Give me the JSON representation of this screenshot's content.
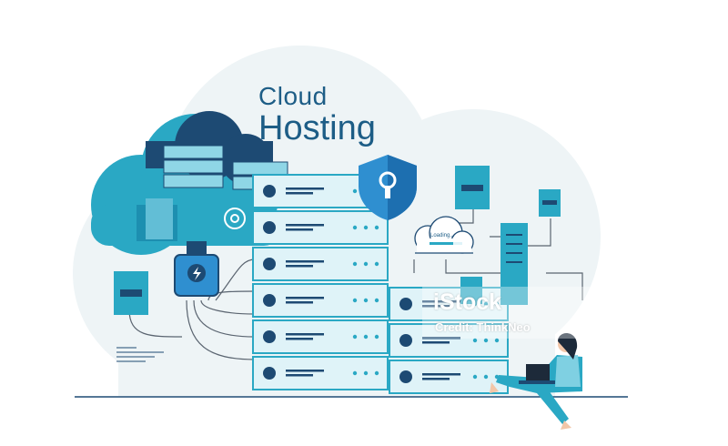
{
  "title": {
    "line1": "Cloud",
    "line2": "Hosting"
  },
  "loading_label": "Loading...",
  "watermark": {
    "brand": "iStock",
    "credit": "Credit: ThinkNeo"
  },
  "colors": {
    "dark_navy": "#1d4a73",
    "teal": "#2aa8c4",
    "light_teal": "#8fd6e6",
    "pale_blue": "#dff3f8",
    "shield": "#2f8fd0",
    "background_blob": "#eef4f6",
    "line": "#5a6470"
  },
  "icons": [
    "cloud-icon",
    "shield-lock-icon",
    "gear-icon",
    "lightning-icon",
    "document-icon",
    "server-rack-icon",
    "laptop-icon",
    "person-icon"
  ]
}
